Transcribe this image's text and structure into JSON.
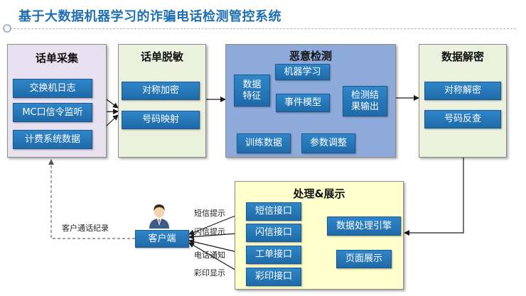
{
  "title": "基于大数据机器学习的诈骗电话检测管控系统",
  "panels": {
    "collect": {
      "title": "话单采集",
      "items": [
        "交换机日志",
        "MC口信令监听",
        "计费系统数据"
      ]
    },
    "mask": {
      "title": "话单脱敏",
      "items": [
        "对称加密",
        "号码映射"
      ]
    },
    "detect": {
      "title": "恶意检测",
      "feature": "数据\n特征",
      "ml": "机器学习",
      "event": "事件模型",
      "output": "检测结\n果输出",
      "train": "训练数据",
      "param": "参数调整"
    },
    "decrypt": {
      "title": "数据解密",
      "items": [
        "对称解密",
        "号码反查"
      ]
    },
    "process": {
      "title": "处理&展示",
      "interfaces": [
        "短信接口",
        "闪信接口",
        "工单接口",
        "彩印接口"
      ],
      "engine": "数据处理引擎",
      "display": "页面展示"
    }
  },
  "client": {
    "label": "客户端",
    "record_label": "客户通话纪录",
    "notices": [
      "短信提示",
      "闪信提示",
      "电话通知",
      "彩印显示"
    ]
  },
  "colors": {
    "box_blue": "#2478bc",
    "collect_bg": "#e7e1f0",
    "mask_bg": "#ebf1dd",
    "detect_bg": "#8eaadb",
    "process_bg": "#ffffcc",
    "title": "#1f6fb2"
  }
}
